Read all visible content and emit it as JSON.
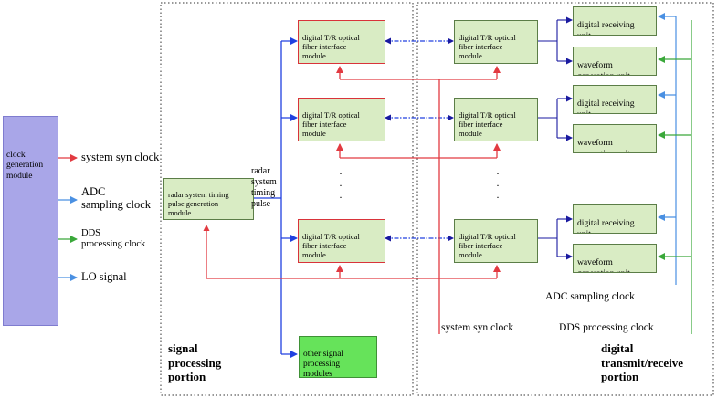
{
  "clock_module": "clock\ngeneration\nmodule",
  "signals": {
    "system_syn": "system syn clock",
    "adc": "ADC\nsampling clock",
    "dds": "DDS\nprocessing clock",
    "lo": "LO signal"
  },
  "radar_timing_module": "radar system timing\npulse generation\nmodule",
  "radar_timing_pulse": "radar\nsystem\ntiming\npulse",
  "optical_module": "digital T/R optical\nfiber interface\nmodule",
  "receiving_unit": "digital receiving\nunit",
  "waveform_unit": "waveform\ngeneration unit",
  "other_modules": "other signal\nprocessing\nmodules",
  "bottom_labels": {
    "system_syn": "system syn clock",
    "adc": "ADC sampling clock",
    "dds": "DDS processing clock"
  },
  "regions": {
    "signal_processing": "signal\nprocessing\nportion",
    "digital_tr": "digital\ntransmit/receive\nportion"
  },
  "colors": {
    "clock_module_fill": "#a9a6e8",
    "box_fill": "#d9ecc4",
    "red_line": "#e23a41",
    "blue_line": "#2040e0",
    "light_blue_line": "#4a90e2",
    "green_line": "#3aa83a",
    "other_module_fill": "#66e35a"
  }
}
